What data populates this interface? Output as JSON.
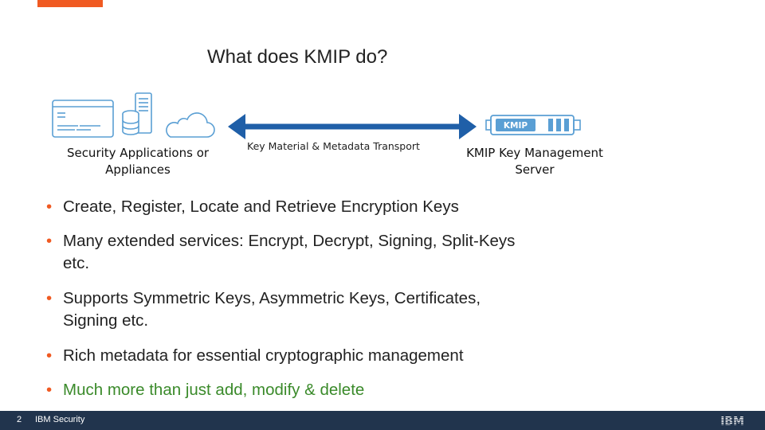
{
  "slide": {
    "title": "What does KMIP do?",
    "labels": {
      "apps_line1": "Security Applications or",
      "apps_line2": "Appliances",
      "transport": "Key Material & Metadata Transport",
      "server_line1": "KMIP Key Management",
      "server_line2": "Server",
      "server_icon_text": "KMIP"
    },
    "bullets": [
      {
        "line1": "Create, Register, Locate and Retrieve Encryption Keys",
        "line2": ""
      },
      {
        "line1": "Many extended services: Encrypt, Decrypt, Signing, Split-Keys",
        "line2": "etc."
      },
      {
        "line1": "Supports Symmetric Keys, Asymmetric Keys, Certificates,",
        "line2": "Signing etc."
      },
      {
        "line1": "Rich metadata for essential cryptographic management",
        "line2": ""
      },
      {
        "line1": "Much more than just add, modify & delete",
        "line2": ""
      }
    ],
    "bullet_glyph": "•"
  },
  "footer": {
    "page_number": "2",
    "brand": "IBM Security",
    "logo_text": "IBM"
  },
  "colors": {
    "accent": "#f05a22",
    "arrow": "#1f5fa8",
    "green_text": "#3a8a2a",
    "footer_bg": "#21344d",
    "icon_blue": "#5a9fd4"
  },
  "icons": [
    "application-window-icon",
    "server-database-icon",
    "cloud-icon",
    "double-arrow-icon",
    "kmip-server-icon",
    "ibm-logo-icon"
  ]
}
